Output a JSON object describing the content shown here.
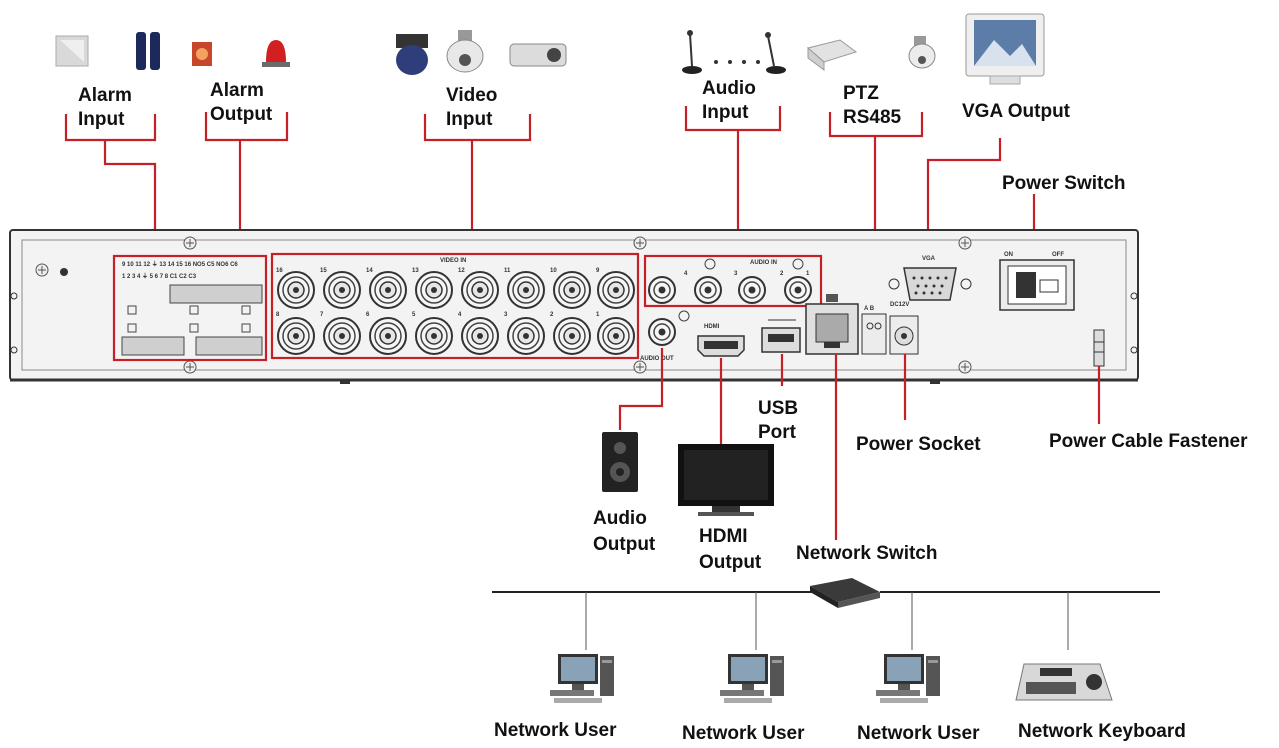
{
  "labels": {
    "alarm_input": [
      "Alarm",
      "Input"
    ],
    "alarm_output": [
      "Alarm",
      "Output"
    ],
    "video_input": [
      "Video",
      "Input"
    ],
    "audio_input": [
      "Audio",
      "Input"
    ],
    "ptz": [
      "PTZ",
      "RS485"
    ],
    "vga_output": "VGA Output",
    "power_switch": "Power Switch",
    "usb_port": [
      "USB",
      "Port"
    ],
    "power_socket": "Power Socket",
    "power_cable_fastener": "Power Cable Fastener",
    "audio_output": [
      "Audio",
      "Output"
    ],
    "hdmi_output": [
      "HDMI",
      "Output"
    ],
    "network_switch": "Network Switch",
    "network_users": [
      "Network User",
      "Network User",
      "Network User"
    ],
    "network_keyboard": "Network Keyboard"
  },
  "panel": {
    "video_in": "VIDEO IN",
    "audio_in": "AUDIO IN",
    "audio_out": "AUDIO OUT",
    "hdmi": "HDMI",
    "vga": "VGA",
    "on": "ON",
    "off": "OFF",
    "dc": "DC12V",
    "ab": "A B",
    "alarm_top_numbers": "9 10 11 12 ⏚ 13 14 15 16 NO5 C5 NO6 C6",
    "alarm_bottom_numbers": "1 2 3 4 ⏚ 5 6 7 8 C1 C2 C3",
    "bnc_top_numbers": [
      "16",
      "15",
      "14",
      "13",
      "12",
      "11",
      "10",
      "9"
    ],
    "bnc_bottom_numbers": [
      "8",
      "7",
      "6",
      "5",
      "4",
      "3",
      "2",
      "1"
    ],
    "audio_in_numbers": [
      "4",
      "3",
      "2",
      "1"
    ]
  },
  "colors": {
    "callout": "#c42026",
    "panel_fill": "#f3f3f3",
    "panel_stroke": "#333333",
    "label": "#111111"
  }
}
